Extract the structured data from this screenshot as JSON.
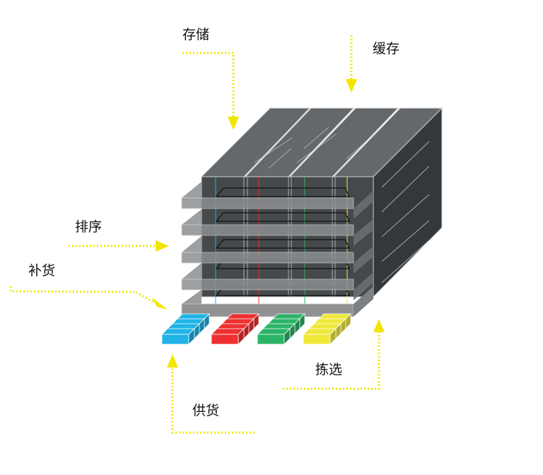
{
  "labels": {
    "storage": "存储",
    "buffer": "缓存",
    "sorting": "排序",
    "replenish": "补货",
    "picking": "拣选",
    "supply": "供货"
  },
  "colors": {
    "arrow": "#f2e600",
    "blue": "#1fb3e6",
    "red": "#ee3030",
    "green": "#2bb366",
    "yellow": "#efe83a",
    "rack_top": "#65686b",
    "rack_side": "#35383b",
    "rack_front": "#46494c"
  }
}
